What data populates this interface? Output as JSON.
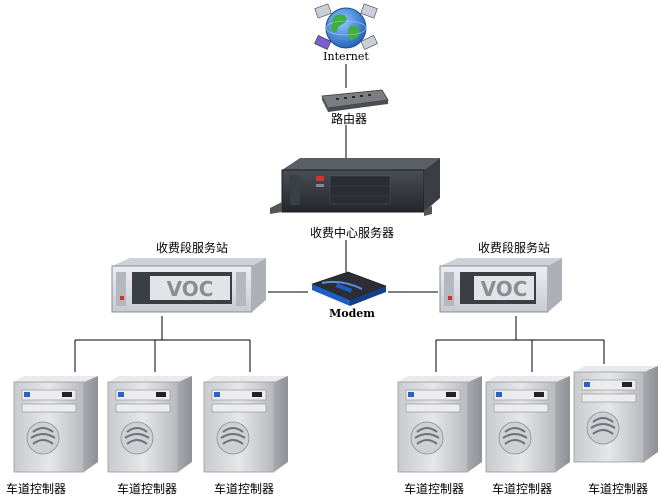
{
  "nodes": {
    "internet": {
      "label": "Internet"
    },
    "router": {
      "label": "路由器"
    },
    "central_server": {
      "label": "收费中心服务器"
    },
    "modem": {
      "label": "Modem"
    },
    "station_left": {
      "label": "收费段服务站"
    },
    "station_right": {
      "label": "收费段服务站"
    },
    "controllers_left": [
      {
        "label": "车道控制器"
      },
      {
        "label": "车道控制器"
      },
      {
        "label": "车道控制器"
      }
    ],
    "controllers_right": [
      {
        "label": "车道控制器"
      },
      {
        "label": "车道控制器"
      },
      {
        "label": "车道控制器"
      }
    ]
  },
  "colors": {
    "line": "#000000",
    "globe_ocean": "#2f7fd6",
    "globe_land": "#3fae3f",
    "chassis_light": "#dfe0e6",
    "chassis_dark": "#2e3136",
    "modem_blue": "#1f5cc4",
    "tower": "#d4d5d8"
  }
}
